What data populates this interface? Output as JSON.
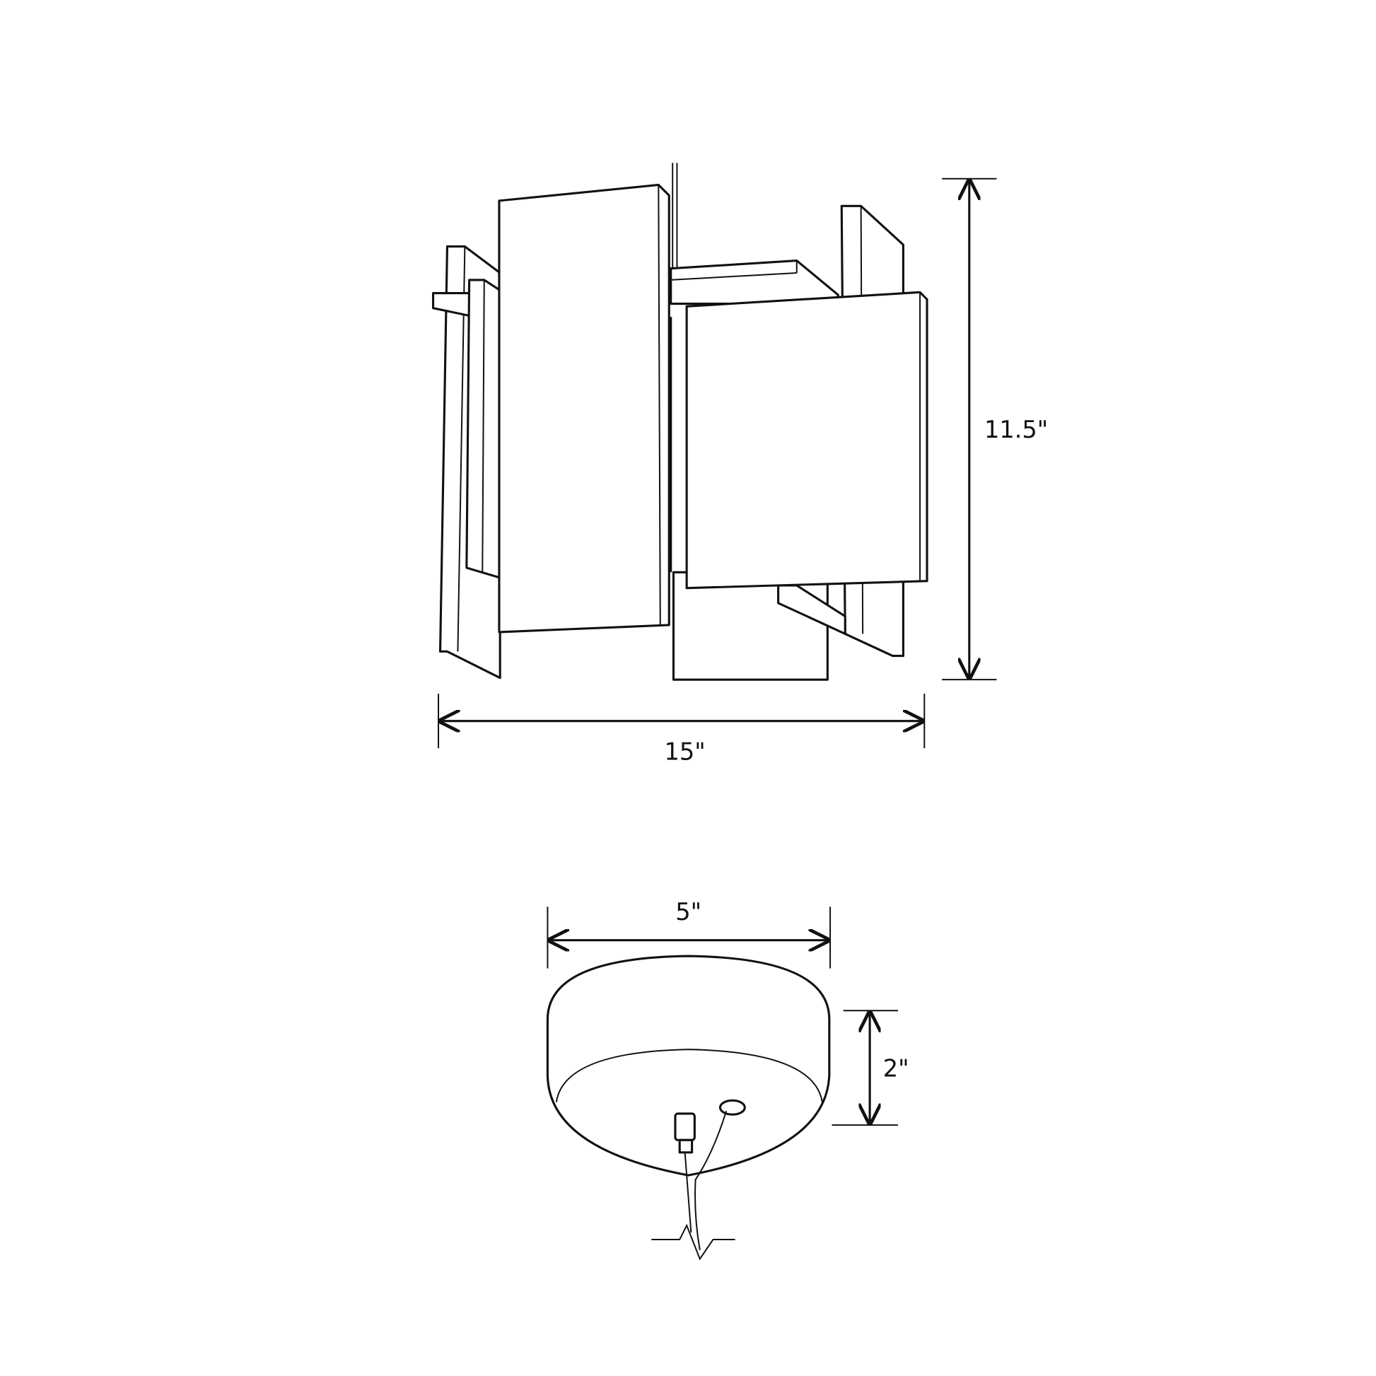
{
  "dimensions": {
    "fixture_height": "11.5\"",
    "fixture_width": "15\"",
    "canopy_width": "5\"",
    "canopy_height": "2\""
  },
  "colors": {
    "line": "#111111",
    "background": "#ffffff"
  }
}
